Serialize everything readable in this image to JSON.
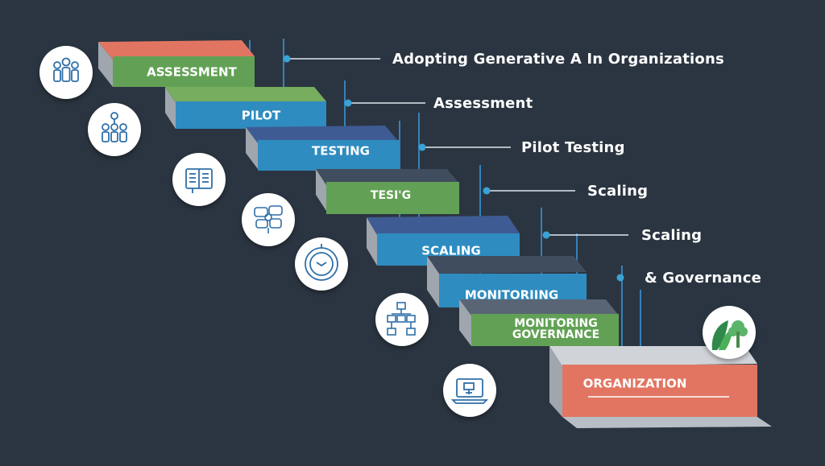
{
  "steps": [
    {
      "label": "ASSESSMENT",
      "color": "#62a155"
    },
    {
      "label": "PILOT",
      "color": "#2f8cc0"
    },
    {
      "label": "TESTING",
      "color": "#2f8cc0"
    },
    {
      "label": "TESI'G",
      "color": "#62a155"
    },
    {
      "label": "SCALING",
      "color": "#2f8cc0"
    },
    {
      "label": "MONITORIING",
      "color": "#2f8cc0"
    },
    {
      "label_line1": "MONITORING",
      "label_line2": "GOVERNANCE",
      "color": "#62a155"
    },
    {
      "label": "ORGANIZATION",
      "color": "#e27562"
    }
  ],
  "annotations": [
    {
      "text": "Adopting Generative A In Organizations"
    },
    {
      "text": "Assessment"
    },
    {
      "text": "Pilot Testing"
    },
    {
      "text": "Scaling"
    },
    {
      "text": "Scaling"
    },
    {
      "text": "& Governance"
    }
  ],
  "icons": [
    "team-icon",
    "people-network-icon",
    "document-icon",
    "chat-bubbles-icon",
    "gauge-icon",
    "flowchart-icon",
    "laptop-icon",
    "leaf-plant-icon"
  ],
  "colors": {
    "background": "#2b3541",
    "green": "#62a155",
    "blue": "#2f8cc0",
    "coral": "#e27562",
    "accent_teal": "#3aa3d6"
  }
}
